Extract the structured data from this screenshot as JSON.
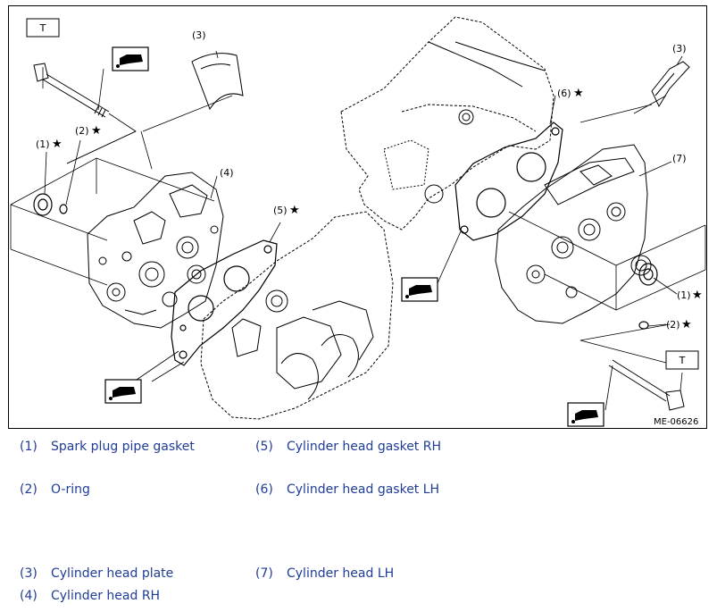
{
  "figure": {
    "code": "ME-06626",
    "torque_symbol": "T",
    "callouts": [
      {
        "num": "(1)",
        "star": "★"
      },
      {
        "num": "(2)",
        "star": "★"
      },
      {
        "num": "(3)",
        "star": ""
      },
      {
        "num": "(4)",
        "star": ""
      },
      {
        "num": "(5)",
        "star": "★"
      },
      {
        "num": "(6)",
        "star": "★"
      },
      {
        "num": "(3)",
        "star": ""
      },
      {
        "num": "(7)",
        "star": ""
      },
      {
        "num": "(1)",
        "star": "★"
      },
      {
        "num": "(2)",
        "star": "★"
      }
    ]
  },
  "legend": [
    {
      "num": "(1)",
      "text": "Spark plug pipe gasket"
    },
    {
      "num": "(5)",
      "text": "Cylinder head gasket RH"
    },
    {
      "num": "(2)",
      "text": "O-ring"
    },
    {
      "num": "(6)",
      "text": "Cylinder head gasket LH"
    },
    {
      "num": "(3)",
      "text": "Cylinder head plate"
    },
    {
      "num": "(7)",
      "text": "Cylinder head LH"
    },
    {
      "num": "(4)",
      "text": "Cylinder head RH"
    }
  ]
}
